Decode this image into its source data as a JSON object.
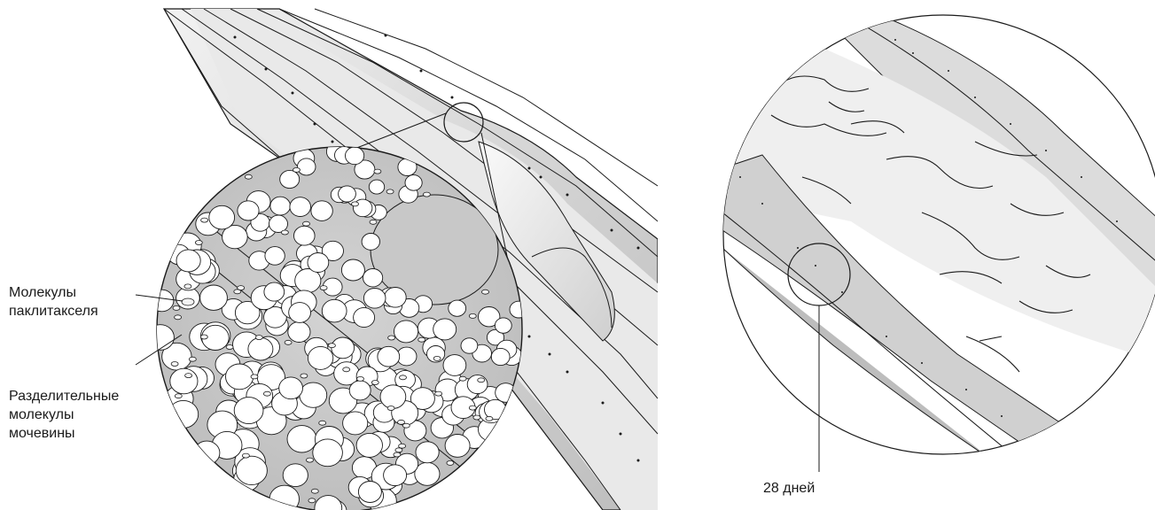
{
  "labels": {
    "paclitaxel": [
      "Молекулы",
      "паклитакселя"
    ],
    "urea": [
      "Разделительные",
      "молекулы",
      "мочевины"
    ],
    "days": "28 дней"
  },
  "colors": {
    "vessel_fill": "#d9d9d9",
    "vessel_dark": "#a8a8a8",
    "lumen": "#efefef",
    "line": "#1a1a1a",
    "particle": "#ffffff"
  },
  "icons": [
    "magnifier-circle",
    "cross-section-circle"
  ]
}
